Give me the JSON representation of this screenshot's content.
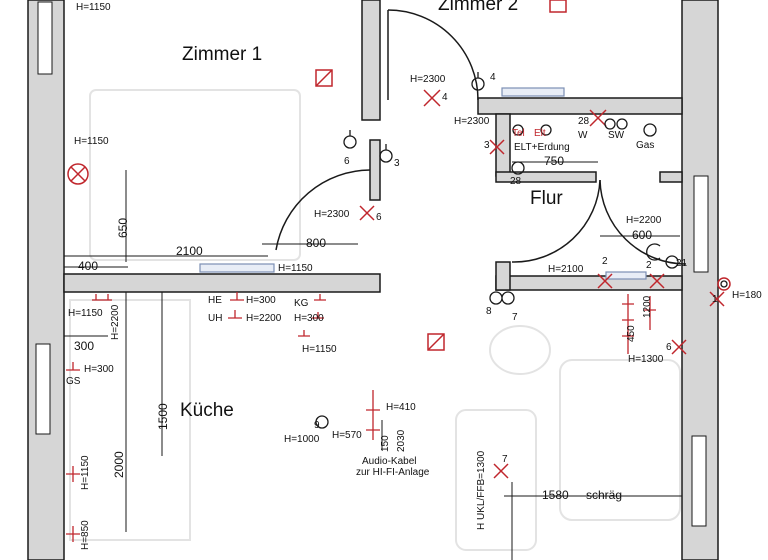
{
  "rooms": {
    "zimmer1": "Zimmer 1",
    "zimmer2": "Zimmer 2",
    "flur": "Flur",
    "kueche": "Küche"
  },
  "heights": {
    "h1150_top": "H=1150",
    "h1150_left": "H=1150",
    "h2300_a": "H=2300",
    "h2300_b": "H=2300",
    "h2300_door": "H=2300",
    "h1150_heater": "H=1150",
    "h2200_flur": "H=2200",
    "h2100_flur": "H=2100",
    "h1800_right": "H=180",
    "h1150_kueche": "H=1150",
    "h2200_kueche": "H=2200",
    "he": "HE",
    "uh": "UH",
    "h300_he": "H=300",
    "h2200_uh": "H=2200",
    "kg": "KG",
    "h300_kg": "H=300",
    "h1150_kg": "H=1150",
    "gs": "GS",
    "h300_gs": "H=300",
    "h1300_right": "H=1300",
    "h410": "H=410",
    "h1000": "H=1000",
    "h570": "H=570",
    "h1150_wall": "H=1150",
    "h850_wall": "H=850"
  },
  "dimensions": {
    "d650": "650",
    "d2100": "2100",
    "d400": "400",
    "d800": "800",
    "d300": "300",
    "d1500": "1500",
    "d2000": "2000",
    "d750": "750",
    "d600": "600",
    "d1580": "1580",
    "schraeg": "schräg",
    "d450": "450",
    "d1200": "1200",
    "d150": "150",
    "d2030": "2030"
  },
  "symbols": {
    "n4a": "4",
    "n4b": "4",
    "n3a": "3",
    "n3b": "3",
    "n6a": "6",
    "n6b": "6",
    "n6c": "6",
    "n2a": "2",
    "n2b": "2",
    "n21": "21",
    "n1": "1",
    "n8": "8",
    "n7a": "7",
    "n7b": "7",
    "n9": "9",
    "n28a": "28",
    "n28b": "28"
  },
  "panel": {
    "tel": "Tel",
    "elt": "Elt",
    "w": "W",
    "sw": "SW",
    "elt_erdung": "ELT+Erdung",
    "gas": "Gas"
  },
  "notes": {
    "audio_line1": "Audio-Kabel",
    "audio_line2": "zur HI-FI-Anlage",
    "ukl": "H UKL/FFB=1300"
  },
  "colors": {
    "wall_fill": "#d6d6d6",
    "line": "#1a1a1a",
    "symbol_red": "#c0272d",
    "heater_blue": "#7c8fb5"
  }
}
